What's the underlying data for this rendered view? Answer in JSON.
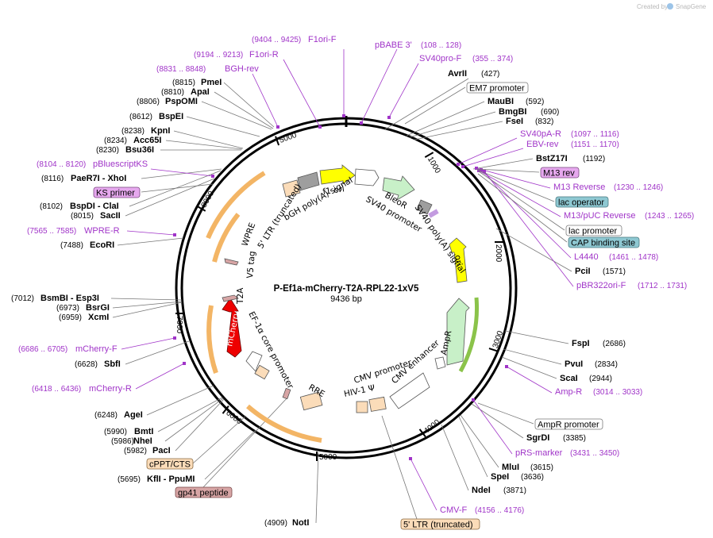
{
  "map": {
    "title": "P-Ef1a-mCherry-T2A-RPL22-1xV5",
    "length": "9436 bp",
    "watermark_prefix": "Created by",
    "watermark_brand": "SnapGene"
  },
  "ticks": [
    "1000",
    "2000",
    "3000",
    "4000",
    "5000",
    "6000",
    "7000",
    "8000",
    "5000"
  ],
  "enzymes": [
    {
      "name": "PmeI",
      "pos": "(8815)"
    },
    {
      "name": "ApaI",
      "pos": "(8810)"
    },
    {
      "name": "PspOMI",
      "pos": "(8806)"
    },
    {
      "name": "BspEI",
      "pos": "(8612)"
    },
    {
      "name": "KpnI",
      "pos": "(8238)"
    },
    {
      "name": "Acc65I",
      "pos": "(8234)"
    },
    {
      "name": "Bsu36I",
      "pos": "(8230)"
    },
    {
      "name": "PaeR7I - XhoI",
      "pos": "(8116)"
    },
    {
      "name": "BspDI - ClaI",
      "pos": "(8102)"
    },
    {
      "name": "SacII",
      "pos": "(8015)"
    },
    {
      "name": "EcoRI",
      "pos": "(7488)"
    },
    {
      "name": "BsmBI - Esp3I",
      "pos": "(7012)"
    },
    {
      "name": "BsrGI",
      "pos": "(6973)"
    },
    {
      "name": "XcmI",
      "pos": "(6959)"
    },
    {
      "name": "SbfI",
      "pos": "(6628)"
    },
    {
      "name": "AgeI",
      "pos": "(6248)"
    },
    {
      "name": "BmtI",
      "pos": "(5990)"
    },
    {
      "name": "NheI",
      "pos": "(5986)"
    },
    {
      "name": "PacI",
      "pos": "(5982)"
    },
    {
      "name": "KflI - PpuMI",
      "pos": "(5695)"
    },
    {
      "name": "NotI",
      "pos": "(4909)"
    },
    {
      "name": "AvrII",
      "pos": "(427)"
    },
    {
      "name": "MauBI",
      "pos": "(592)"
    },
    {
      "name": "BmgBI",
      "pos": "(690)"
    },
    {
      "name": "FseI",
      "pos": "(832)"
    },
    {
      "name": "BstZ17I",
      "pos": "(1192)"
    },
    {
      "name": "PciI",
      "pos": "(1571)"
    },
    {
      "name": "FspI",
      "pos": "(2686)"
    },
    {
      "name": "PvuI",
      "pos": "(2834)"
    },
    {
      "name": "ScaI",
      "pos": "(2944)"
    },
    {
      "name": "SgrDI",
      "pos": "(3385)"
    },
    {
      "name": "MluI",
      "pos": "(3615)"
    },
    {
      "name": "SpeI",
      "pos": "(3636)"
    },
    {
      "name": "NdeI",
      "pos": "(3871)"
    }
  ],
  "primers": [
    {
      "name": "F1ori-F",
      "pos": "(9404 .. 9425)"
    },
    {
      "name": "F1ori-R",
      "pos": "(9194 .. 9213)"
    },
    {
      "name": "BGH-rev",
      "pos": "(8831 .. 8848)"
    },
    {
      "name": "pBluescriptKS",
      "pos": "(8104 .. 8120)"
    },
    {
      "name": "WPRE-R",
      "pos": "(7565 .. 7585)"
    },
    {
      "name": "mCherry-F",
      "pos": "(6686 .. 6705)"
    },
    {
      "name": "mCherry-R",
      "pos": "(6418 .. 6436)"
    },
    {
      "name": "pBABE 3'",
      "pos": ""
    },
    {
      "name": "SV40pro-F",
      "pos": "(355 .. 374)"
    },
    {
      "name": "SV40pA-R",
      "pos": "(1097 .. 1116)"
    },
    {
      "name": "EBV-rev",
      "pos": "(1151 .. 1170)"
    },
    {
      "name": "M13 Reverse",
      "pos": "(1230 .. 1246)"
    },
    {
      "name": "M13/pUC Reverse",
      "pos": "(1243 .. 1265)"
    },
    {
      "name": "L4440",
      "pos": "(1461 .. 1478)"
    },
    {
      "name": "pBR322ori-F",
      "pos": "(1712 .. 1731)"
    },
    {
      "name": "Amp-R",
      "pos": "(3014 .. 3033)"
    },
    {
      "name": "pRS-marker",
      "pos": "(3431 .. 3450)"
    },
    {
      "name": "CMV-F",
      "pos": "(4156 .. 4176)"
    }
  ],
  "pbabe_pos": "(108 .. 128)",
  "boxes": [
    {
      "label": "EM7 promoter"
    },
    {
      "label": "M13 rev"
    },
    {
      "label": "lac operator"
    },
    {
      "label": "lac promoter"
    },
    {
      "label": "CAP binding site"
    },
    {
      "label": "AmpR promoter"
    },
    {
      "label": "5' LTR (truncated)"
    },
    {
      "label": "KS primer"
    },
    {
      "label": "cPPT/CTS"
    },
    {
      "label": "gp41 peptide"
    }
  ],
  "features": {
    "f1_ori": "f1 ori",
    "bgh": "bGH poly(A) signal",
    "ltr3": "5' LTR (truncated)",
    "wpre": "WPRE",
    "v5": "V5 tag",
    "t2a": "T2A",
    "mcherry": "mCherry",
    "ef1a": "EF-1α core promoter",
    "rre": "RRE",
    "hiv": "HIV-1 Ψ",
    "cmv_prom": "CMV promoter",
    "cmv_enh": "CMV enhancer",
    "ampr": "AmpR",
    "ori": "ori",
    "sv40pa": "SV40 poly(A) signal",
    "sv40p": "SV40 promoter",
    "bleor": "BleoR"
  }
}
